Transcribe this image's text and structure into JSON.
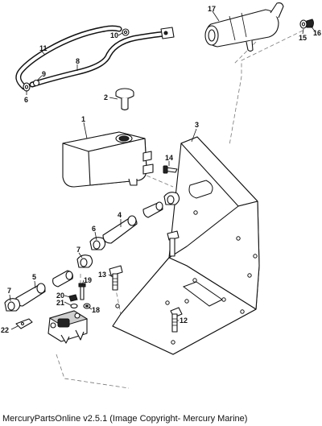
{
  "diagram": {
    "callouts": [
      "1",
      "2",
      "3",
      "4",
      "5",
      "6",
      "7",
      "8",
      "9",
      "10",
      "11",
      "12",
      "13",
      "14",
      "15",
      "16",
      "17",
      "18",
      "19",
      "20",
      "21",
      "22"
    ]
  },
  "footer": {
    "copyright": "MercuryPartsOnline v2.5.1 (Image Copyright- Mercury Marine)"
  }
}
